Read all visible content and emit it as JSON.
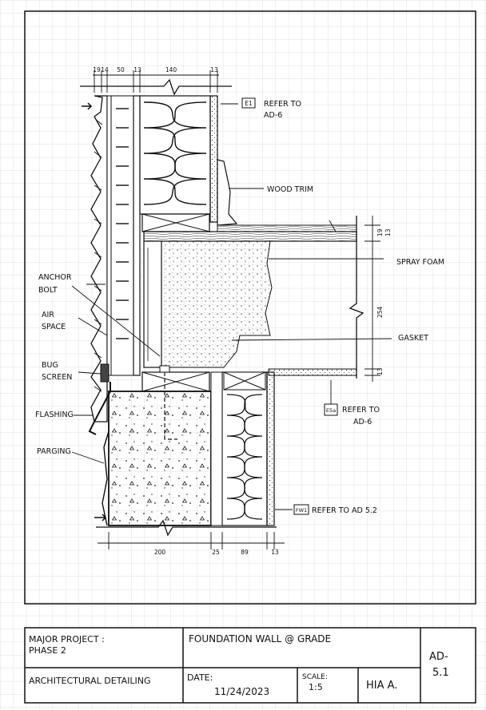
{
  "drawing": {
    "top_dimensions": [
      "19",
      "14",
      "50",
      "13",
      "140",
      "13"
    ],
    "bottom_dimensions": [
      "200",
      "25",
      "89",
      "13"
    ],
    "right_dimensions": [
      "19",
      "13",
      "254",
      "13"
    ],
    "tags": {
      "e1": "E1",
      "e5": "E5a",
      "fw": "FW1"
    },
    "callouts": {
      "refer_e1_line1": "REFER TO",
      "refer_e1_line2": "AD-6",
      "wood_trim": "WOOD TRIM",
      "spray_foam": "SPRAY FOAM",
      "anchor_bolt_line1": "ANCHOR",
      "anchor_bolt_line2": "BOLT",
      "air_space_line1": "AIR",
      "air_space_line2": "SPACE",
      "gasket": "GASKET",
      "bug_screen_line1": "BUG",
      "bug_screen_line2": "SCREEN",
      "refer_e5_line1": "REFER TO",
      "refer_e5_line2": "AD-6",
      "flashing": "FLASHING",
      "parging": "PARGING",
      "refer_fw": "REFER TO AD 5.2"
    }
  },
  "title_block": {
    "project_line1": "MAJOR PROJECT :",
    "project_line2": "PHASE 2",
    "course": "ARCHITECTURAL DETAILING",
    "drawing_title": "FOUNDATION WALL @ GRADE",
    "date_label": "DATE:",
    "date_value": "11/24/2023",
    "scale_label": "SCALE:",
    "scale_value": "1:5",
    "author": "HIA A.",
    "sheet_number_line1": "AD-",
    "sheet_number_line2": "5.1"
  }
}
